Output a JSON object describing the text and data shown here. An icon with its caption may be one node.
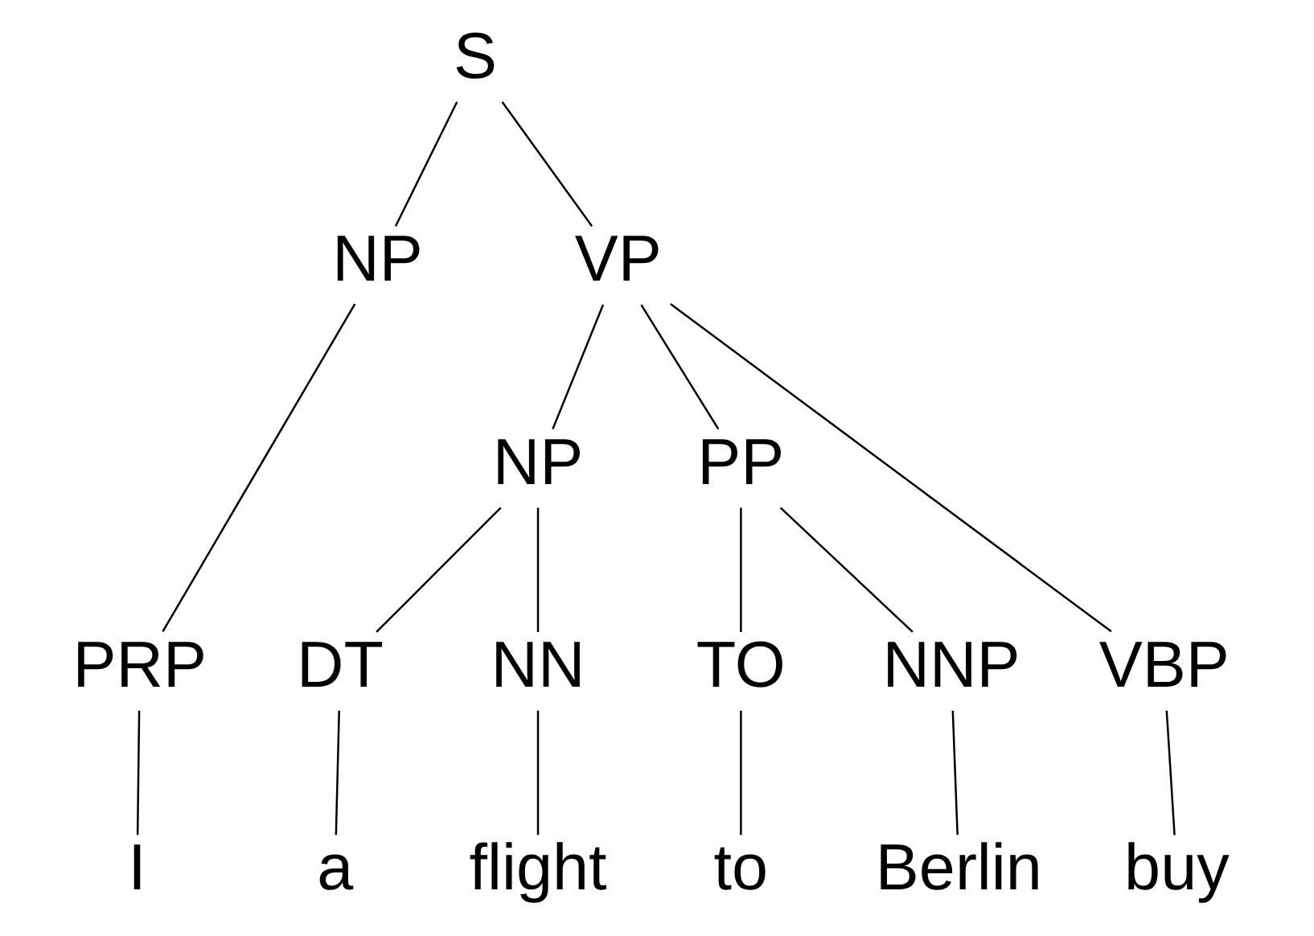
{
  "diagram": {
    "nodes": [
      {
        "text": [
          "S"
        ]
      },
      {
        "text": [
          "NP"
        ]
      },
      {
        "text": [
          "VP"
        ]
      },
      {
        "text": [
          "NP"
        ]
      },
      {
        "text": [
          "PP"
        ]
      },
      {
        "text": [
          "PRP"
        ]
      },
      {
        "text": [
          "VBP"
        ]
      },
      {
        "text": [
          "DT"
        ]
      },
      {
        "text": [
          "NN"
        ]
      },
      {
        "text": [
          "TO"
        ]
      },
      {
        "text": [
          "NNP"
        ]
      },
      {
        "text": [
          "I"
        ]
      },
      {
        "text": [
          "buy"
        ]
      },
      {
        "text": [
          "a"
        ]
      },
      {
        "text": [
          "flight"
        ]
      },
      {
        "text": [
          "to"
        ]
      },
      {
        "text": [
          "Berlin"
        ]
      }
    ],
    "edges": [
      {
        "from": 0,
        "to": 1,
        "arrow": "none"
      },
      {
        "from": 0,
        "to": 2,
        "arrow": "none"
      },
      {
        "from": 1,
        "to": 5,
        "arrow": "none"
      },
      {
        "from": 2,
        "to": 6,
        "arrow": "none"
      },
      {
        "from": 2,
        "to": 3,
        "arrow": "none"
      },
      {
        "from": 2,
        "to": 4,
        "arrow": "none"
      },
      {
        "from": 3,
        "to": 7,
        "arrow": "none"
      },
      {
        "from": 3,
        "to": 8,
        "arrow": "none"
      },
      {
        "from": 4,
        "to": 9,
        "arrow": "none"
      },
      {
        "from": 4,
        "to": 10,
        "arrow": "none"
      },
      {
        "from": 5,
        "to": 11,
        "arrow": "none"
      },
      {
        "from": 6,
        "to": 12,
        "arrow": "none"
      },
      {
        "from": 7,
        "to": 13,
        "arrow": "none"
      },
      {
        "from": 8,
        "to": 14,
        "arrow": "none"
      },
      {
        "from": 9,
        "to": 15,
        "arrow": "none"
      },
      {
        "from": 10,
        "to": 16,
        "arrow": "none"
      }
    ]
  }
}
